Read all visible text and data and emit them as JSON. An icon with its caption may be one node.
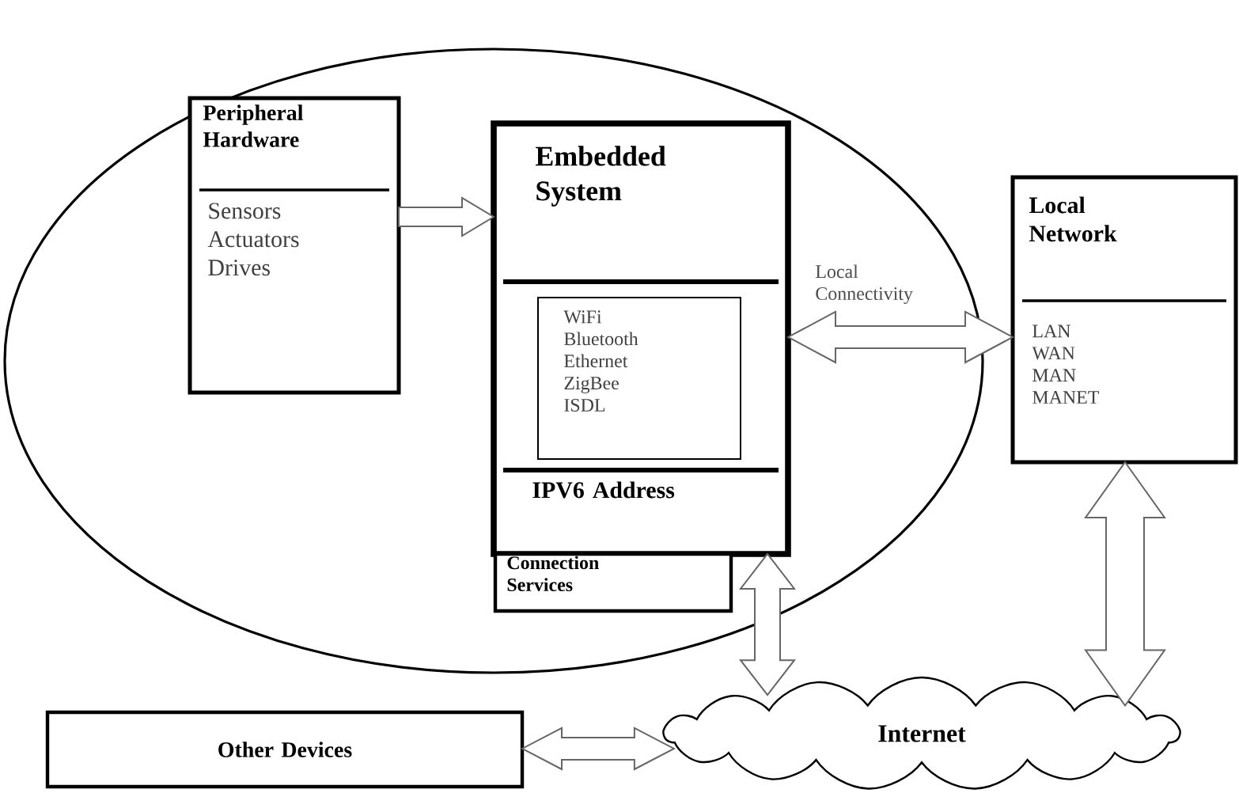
{
  "diagram": {
    "nodes": [
      {
        "text": [],
        "shape": "ellipse"
      },
      {
        "text": [
          "Peripheral Hardware",
          "Sensors Actuators Drives"
        ],
        "in": 0
      },
      {
        "text": [
          "Embedded System",
          "IPV6 Address"
        ],
        "in": 0
      },
      {
        "text": [
          "WiFi Bluetooth Ethernet ZigBee ISDL"
        ],
        "in": 2
      },
      {
        "text": [
          "Connection Services"
        ],
        "in": 0
      },
      {
        "text": [
          "Local Network",
          "LAN WAN MAN MANET"
        ]
      },
      {
        "text": [
          "Internet"
        ]
      },
      {
        "text": [
          "Other Devices"
        ]
      }
    ],
    "edges": [
      {
        "from": 1,
        "to": 2,
        "arrow": "to"
      },
      {
        "from": 2,
        "to": 5,
        "arrow": "both",
        "label": "Local Connectivity"
      },
      {
        "from": 2,
        "to": 6,
        "arrow": "both"
      },
      {
        "from": 5,
        "to": 6,
        "arrow": "both"
      },
      {
        "from": 7,
        "to": 6,
        "arrow": "both"
      }
    ]
  }
}
